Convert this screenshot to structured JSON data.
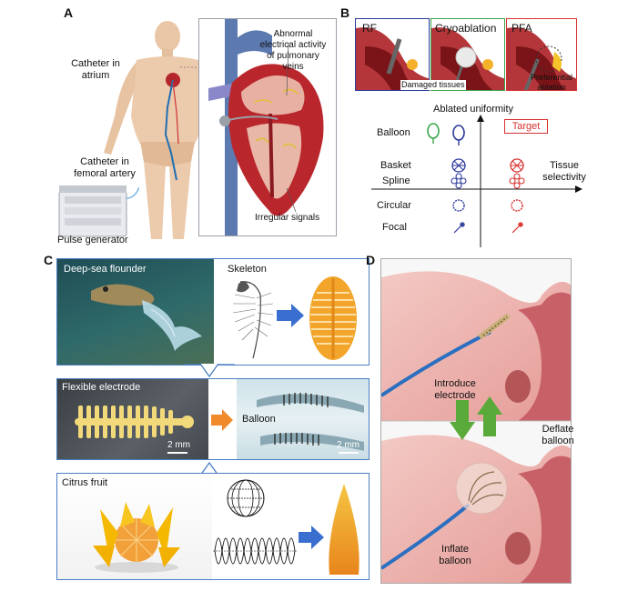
{
  "panels": {
    "A": {
      "letter": "A",
      "catheter_atrium": "Catheter in atrium",
      "catheter_femoral": "Catheter in femoral artery",
      "pulse_generator": "Pulse generator",
      "abnormal": "Abnormal electrical activity of pulmonary veins",
      "irregular": "Irregular signals"
    },
    "B": {
      "letter": "B",
      "rf": "RF",
      "cryo": "Cryoablation",
      "pfa": "PFA",
      "damaged": "Damaged tissues",
      "preferential": "Preferential ablation",
      "y_axis": "Ablated uniformity",
      "x_axis": "Tissue selectivity",
      "target": "Target",
      "rows": [
        "Balloon",
        "Basket",
        "Spline",
        "Circular",
        "Focal"
      ]
    },
    "C": {
      "letter": "C",
      "flounder": "Deep-sea flounder",
      "skeleton": "Skeleton",
      "flexible": "Flexible electrode",
      "balloon": "Balloon",
      "scale1": "2 mm",
      "scale2": "2 mm",
      "citrus": "Citrus fruit"
    },
    "D": {
      "letter": "D",
      "introduce": "Introduce electrode",
      "deflate": "Deflate balloon",
      "inflate": "Inflate balloon"
    }
  },
  "colors": {
    "rf_border": "#2b3a9b",
    "cryo_border": "#3aa64a",
    "pfa_border": "#d7312f",
    "panel_c_border": "#4a7ec2",
    "green_arrow": "#5aaa3a",
    "blue_arrow": "#3a6fd0",
    "orange_arrow": "#f08a2a"
  }
}
